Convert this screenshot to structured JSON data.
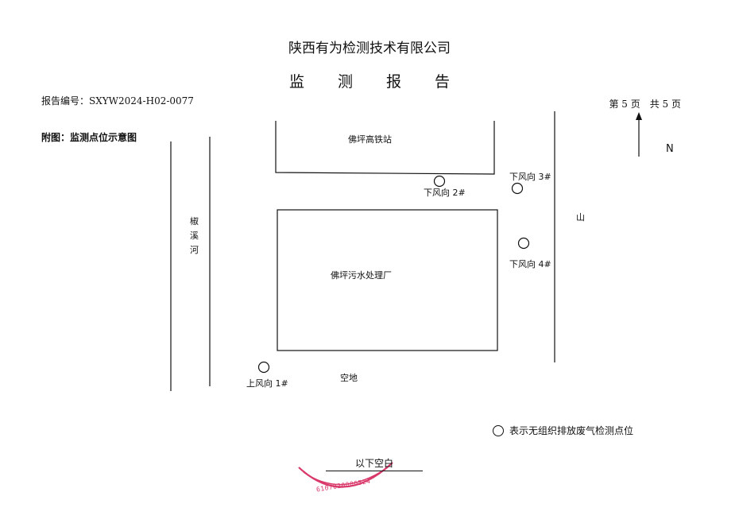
{
  "header": {
    "company": "陕西有为检测技术有限公司",
    "title": "监 测 报 告",
    "report_number": "报告编号：SXYW2024-H02-0077",
    "page_info": "第 5 页　共 5 页",
    "figure_label": "附图：监测点位示意图"
  },
  "map": {
    "railway_station": "佛坪高铁站",
    "treatment_plant": "佛坪污水处理厂",
    "river": "椒溪河",
    "mountain": "山",
    "open_land": "空地",
    "north": "N",
    "points": [
      {
        "label": "上风向 1#"
      },
      {
        "label": "下风向 2#"
      },
      {
        "label": "下风向 3#"
      },
      {
        "label": "下风向 4#"
      }
    ]
  },
  "legend": {
    "text": "表示无组织排放废气检测点位"
  },
  "footer": {
    "end_note": "以下空白",
    "seal_text": "6107020006524"
  },
  "colors": {
    "seal": "#d9386a",
    "ink": "#111111"
  }
}
